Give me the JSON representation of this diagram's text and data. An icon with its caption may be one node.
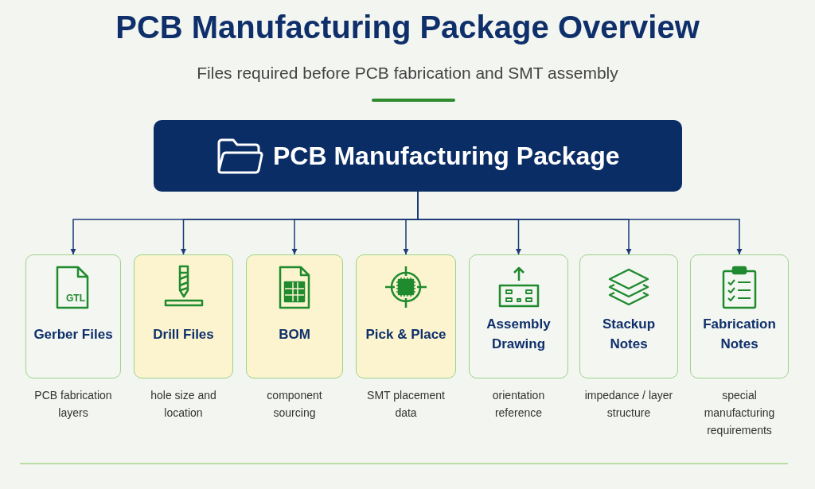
{
  "diagram": {
    "title": "PCB Manufacturing Package Overview",
    "nodes": [
      {
        "text": [
          "PCB Manufacturing Package"
        ]
      },
      {
        "text": [
          "Gerber Files"
        ],
        "beside": [
          "PCB fabrication layers"
        ]
      },
      {
        "text": [
          "Drill Files"
        ],
        "beside": [
          "hole size and location"
        ]
      },
      {
        "text": [
          "BOM"
        ],
        "beside": [
          "component sourcing"
        ]
      },
      {
        "text": [
          "Pick & Place"
        ],
        "beside": [
          "SMT placement data"
        ]
      },
      {
        "text": [
          "Assembly Drawing"
        ],
        "beside": [
          "orientation reference"
        ]
      },
      {
        "text": [
          "Stackup Notes"
        ],
        "beside": [
          "impedance / layer structure"
        ]
      },
      {
        "text": [
          "Fabrication Notes"
        ],
        "beside": [
          "special manufacturing requirements"
        ]
      }
    ],
    "edges": [
      {
        "from": 0,
        "to": 1,
        "arrow": "to"
      },
      {
        "from": 0,
        "to": 2,
        "arrow": "to"
      },
      {
        "from": 0,
        "to": 3,
        "arrow": "to"
      },
      {
        "from": 0,
        "to": 4,
        "arrow": "to"
      },
      {
        "from": 0,
        "to": 5,
        "arrow": "to"
      },
      {
        "from": 0,
        "to": 6,
        "arrow": "to"
      },
      {
        "from": 0,
        "to": 7,
        "arrow": "to"
      }
    ],
    "labels": [
      "Files required before PCB fabrication and SMT assembly",
      "GTL"
    ]
  }
}
